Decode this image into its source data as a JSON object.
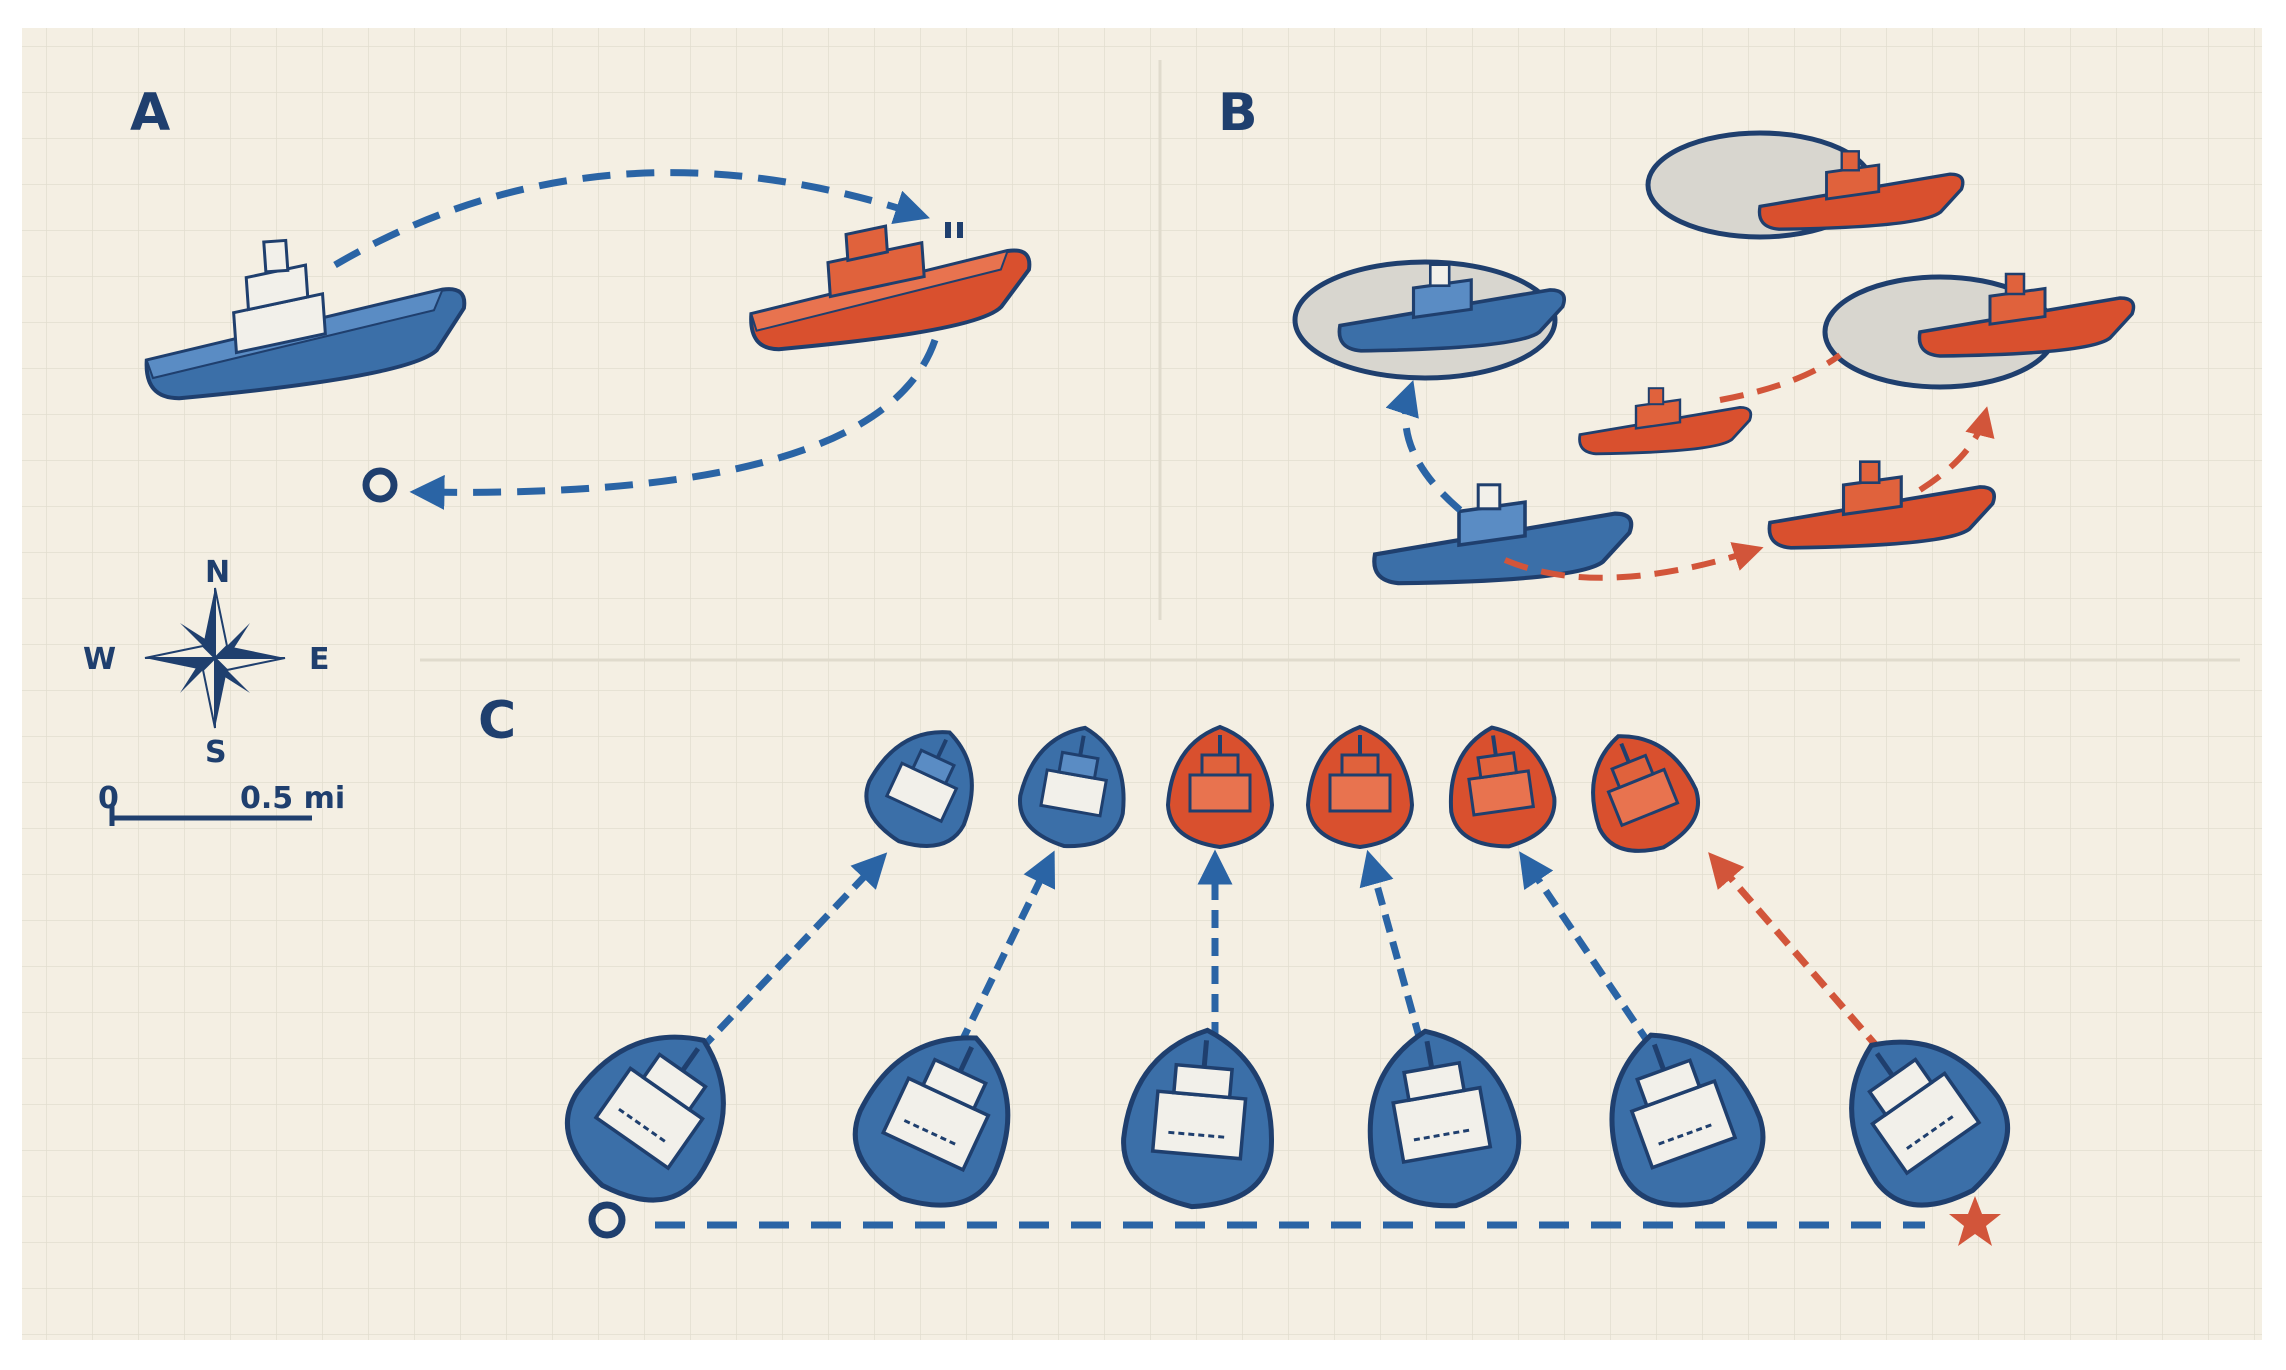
{
  "panels": {
    "a": {
      "label": "A"
    },
    "b": {
      "label": "B"
    },
    "c": {
      "label": "C"
    }
  },
  "compass": {
    "north": "N",
    "south": "S",
    "east": "E",
    "west": "W"
  },
  "scale_bar": {
    "start_label": "0",
    "end_label": "0.5 mi"
  },
  "colors": {
    "paper": "#f4efe3",
    "grid": "#e3dfd2",
    "blue_ship": "#3b6fa8",
    "red_ship": "#d9502e",
    "blue_route": "#2a64a5",
    "red_route": "#d2553a",
    "outline": "#1f3f6e",
    "zone_fill": "#d8d6cf"
  },
  "icons": [
    "compass-rose-icon",
    "start-circle-icon",
    "goal-star-icon",
    "ship-icon"
  ]
}
